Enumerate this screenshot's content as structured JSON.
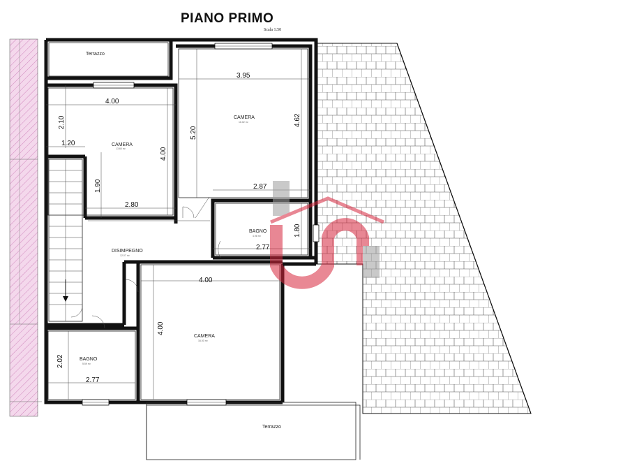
{
  "title": "PIANO PRIMO",
  "scale": "Scala 1:50",
  "rooms": {
    "terrazzo_top": "Terrazzo",
    "camera_left": "CAMERA",
    "camera_left_area": "13.60 m²",
    "camera_top": "CAMERA",
    "camera_top_area": "16.02 m²",
    "bagno_mid": "BAGNO",
    "bagno_mid_area": "4.98 m²",
    "disimpegno": "DISIMPEGNO",
    "disimpegno_area": "12.07 m²",
    "camera_main": "CAMERA",
    "camera_main_area": "16.00 m²",
    "bagno_low": "BAGNO",
    "bagno_low_area": "5.59 m²",
    "terrazzo_bottom": "Terrazzo"
  },
  "dimensions": {
    "d395": "3.95",
    "d400a": "4.00",
    "d210": "2.10",
    "d520": "5.20",
    "d462": "4.62",
    "d120": "1.20",
    "d400b": "4.00",
    "d190": "1.90",
    "d280": "2.80",
    "d287": "2.87",
    "d180": "1.80",
    "d277a": "2.77",
    "d400c": "4.00",
    "d400d": "4.00",
    "d202": "2.02",
    "d277b": "2.77"
  },
  "colors": {
    "wall": "#111111",
    "hatch": "#d98fc4",
    "logo_red": "#d7263d",
    "logo_gray": "#b9b9b9"
  }
}
